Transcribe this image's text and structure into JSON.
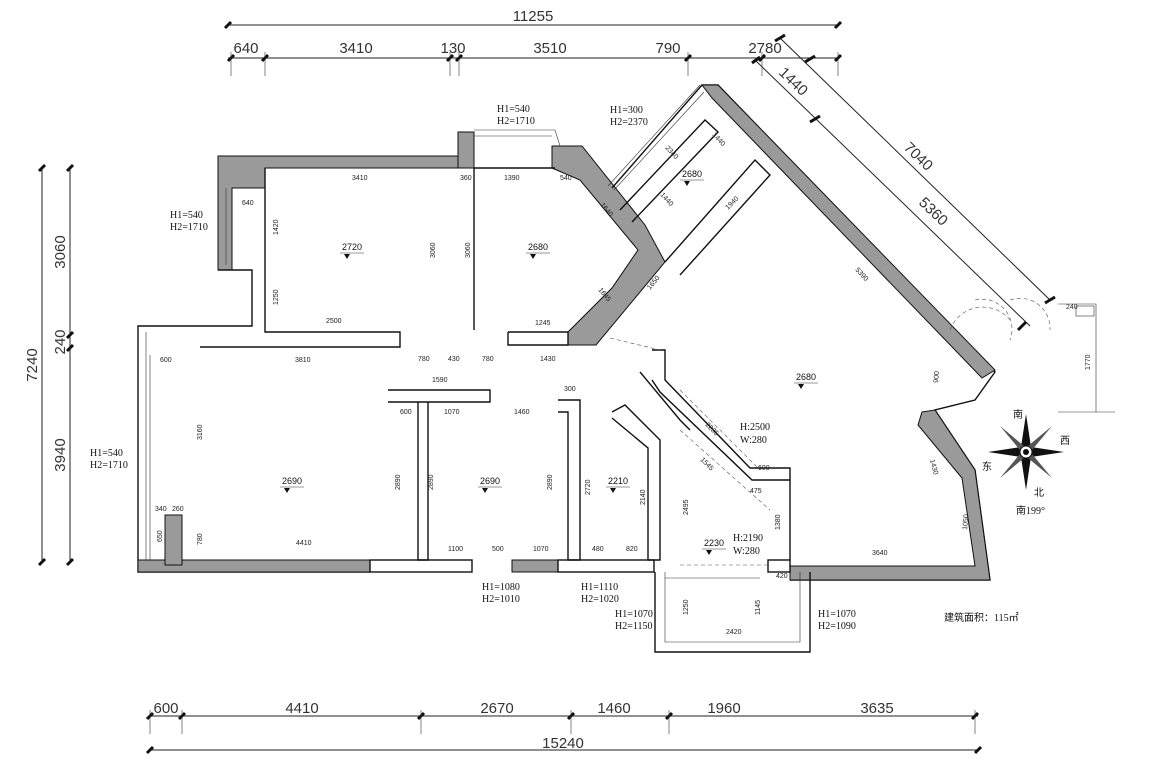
{
  "top_dims": {
    "total": "11255",
    "segments": [
      "640",
      "3410",
      "130",
      "3510",
      "790",
      "2780"
    ]
  },
  "bottom_dims": {
    "total": "15240",
    "segments": [
      "600",
      "4410",
      "2670",
      "1460",
      "1960",
      "3635"
    ]
  },
  "left_dims": {
    "total": "7240",
    "segments": [
      "3060",
      "240",
      "3940"
    ]
  },
  "diagonal_dims": [
    "1440",
    "7040",
    "5360"
  ],
  "window_notes": [
    {
      "h1": "H1=540",
      "h2": "H2=1710"
    },
    {
      "h1": "H1=300",
      "h2": "H2=2370"
    },
    {
      "h1": "H1=540",
      "h2": "H2=1710"
    },
    {
      "h1": "H1=540",
      "h2": "H2=1710"
    },
    {
      "h1": "H1=1080",
      "h2": "H2=1010"
    },
    {
      "h1": "H1=1110",
      "h2": "H2=1020"
    },
    {
      "h1": "H1=1070",
      "h2": "H2=1150"
    },
    {
      "h1": "H1=1070",
      "h2": "H2=1090"
    }
  ],
  "door_notes": [
    {
      "h": "H:2500",
      "w": "W:280"
    },
    {
      "h": "H:2190",
      "w": "W:280"
    }
  ],
  "room_heights": [
    "2720",
    "2680",
    "2680",
    "2680",
    "2690",
    "2690",
    "2210",
    "2230"
  ],
  "inner_dims": [
    "3410",
    "360",
    "1390",
    "540",
    "640",
    "1420",
    "1250",
    "2500",
    "3060",
    "3060",
    "1640",
    "1440",
    "2340",
    "1440",
    "1940",
    "5390",
    "1645",
    "1650",
    "1245",
    "600",
    "3810",
    "780",
    "430",
    "780",
    "1430",
    "1590",
    "600",
    "1070",
    "1460",
    "300",
    "3160",
    "4410",
    "2890",
    "2890",
    "2890",
    "2720",
    "2140",
    "2235",
    "1545",
    "600",
    "475",
    "1380",
    "2495",
    "1100",
    "500",
    "1070",
    "480",
    "820",
    "1250",
    "1145",
    "2420",
    "3640",
    "420",
    "1430",
    "1050",
    "900",
    "340",
    "260",
    "650",
    "780",
    "240",
    "1770"
  ],
  "compass": {
    "south": "南",
    "west": "西",
    "east": "东",
    "north": "北",
    "caption": "南199°"
  },
  "area_label": "建筑面积：115㎡"
}
